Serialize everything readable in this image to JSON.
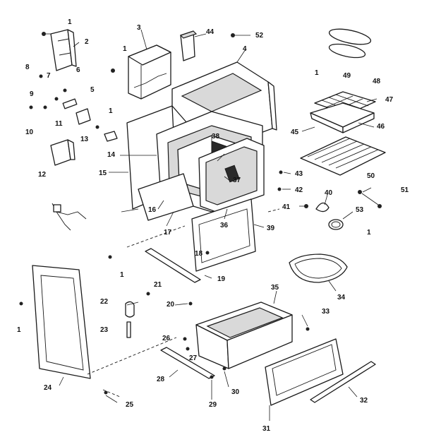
{
  "callouts": {
    "c1a": "1",
    "c2": "2",
    "c3": "3",
    "c44": "44",
    "c52": "52",
    "c4": "4",
    "c1b": "1",
    "c49": "49",
    "c48": "48",
    "c8": "8",
    "c6": "6",
    "c7": "7",
    "c5": "5",
    "c9": "9",
    "c10": "10",
    "c11": "11",
    "c1c": "1",
    "c47": "47",
    "c13": "13",
    "c14": "14",
    "c38": "38",
    "c45": "45",
    "c46": "46",
    "c15": "15",
    "c12": "12",
    "c43": "43",
    "c37": "37",
    "c42": "42",
    "c50": "50",
    "c51": "51",
    "c40": "40",
    "c16": "16",
    "c41": "41",
    "c53": "53",
    "c17": "17",
    "c39": "39",
    "c1d": "1",
    "c36": "36",
    "c18": "18",
    "c19": "19",
    "c34": "34",
    "c1e": "1",
    "c35": "35",
    "c21": "21",
    "c22": "22",
    "c20": "20",
    "c1f": "1",
    "c33": "33",
    "c23": "23",
    "c26": "26",
    "c27": "27",
    "c24": "24",
    "c28": "28",
    "c30": "30",
    "c25": "25",
    "c29": "29",
    "c32": "32",
    "c31": "31",
    "c1g": "1"
  }
}
